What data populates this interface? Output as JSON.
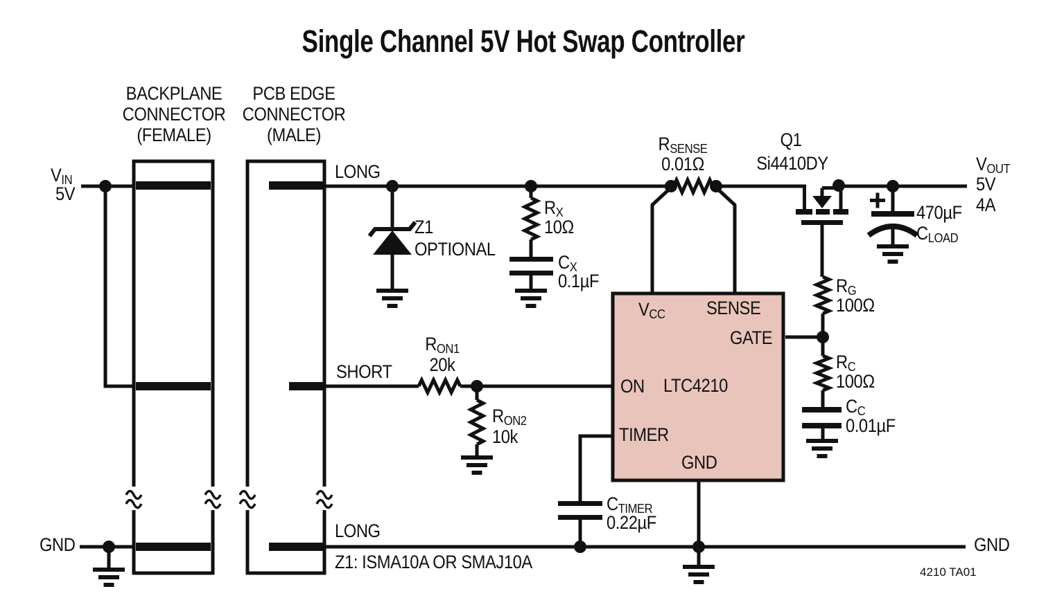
{
  "title": "Single Channel 5V Hot Swap Controller",
  "connectors": {
    "backplane_label": "BACKPLANE\nCONNECTOR\n(FEMALE)",
    "pcb_edge_label": "PCB EDGE\nCONNECTOR\n(MALE)",
    "pin_top": "LONG",
    "pin_middle": "SHORT",
    "pin_bottom": "LONG"
  },
  "nets": {
    "vin_ref": "V",
    "vin_sub": "IN",
    "vin_value": "5V",
    "vout_ref": "V",
    "vout_sub": "OUT",
    "vout_value1": "5V",
    "vout_value2": "4A",
    "gnd_left": "GND",
    "gnd_right": "GND"
  },
  "ic": {
    "part": "LTC4210",
    "fill": "#e9c4bb",
    "pins": {
      "vcc_ref": "V",
      "vcc_sub": "CC",
      "sense": "SENSE",
      "gate": "GATE",
      "on": "ON",
      "timer": "TIMER",
      "gnd": "GND"
    }
  },
  "components": {
    "z1": {
      "ref": "Z1",
      "note": "OPTIONAL"
    },
    "rx": {
      "ref": "R",
      "sub": "X",
      "value": "10Ω"
    },
    "cx": {
      "ref": "C",
      "sub": "X",
      "value": "0.1µF"
    },
    "rsense": {
      "ref": "R",
      "sub": "SENSE",
      "value": "0.01Ω"
    },
    "q1": {
      "ref": "Q1",
      "part": "Si4410DY"
    },
    "cload": {
      "ref": "C",
      "sub": "LOAD",
      "value": "470µF",
      "polarity": "+"
    },
    "rg": {
      "ref": "R",
      "sub": "G",
      "value": "100Ω"
    },
    "rc": {
      "ref": "R",
      "sub": "C",
      "value": "100Ω"
    },
    "cc": {
      "ref": "C",
      "sub": "C",
      "value": "0.01µF"
    },
    "ron1": {
      "ref": "R",
      "sub": "ON1",
      "value": "20k"
    },
    "ron2": {
      "ref": "R",
      "sub": "ON2",
      "value": "10k"
    },
    "ctimer": {
      "ref": "C",
      "sub": "TIMER",
      "value": "0.22µF"
    }
  },
  "notes": {
    "z1_note": "Z1: ISMA10A OR SMAJ10A",
    "fig_id": "4210 TA01"
  }
}
